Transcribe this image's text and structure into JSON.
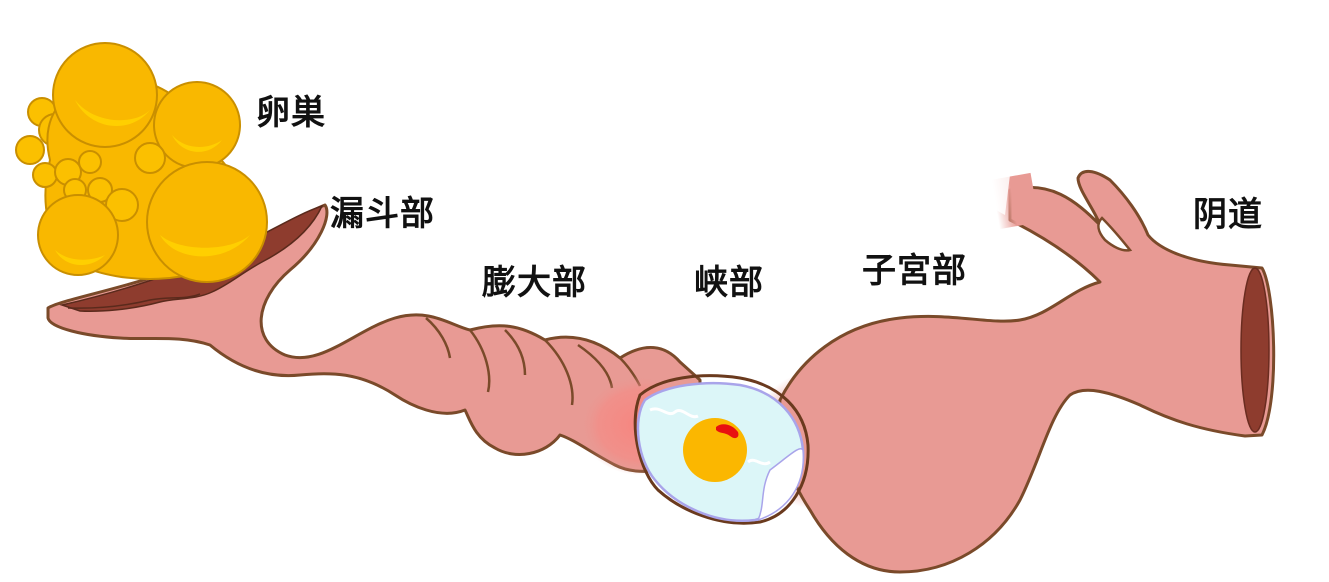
{
  "diagram": {
    "subject": "hen oviduct",
    "labels": {
      "ovary": "卵巣",
      "infundibulum": "漏斗部",
      "magnum": "膨大部",
      "isthmus": "峡部",
      "uterus": "子宮部",
      "vagina": "阴道"
    },
    "colors": {
      "duct_fill": "#e89a94",
      "duct_outline": "#7a4a2a",
      "duct_glow": "#f59089",
      "infundibulum_inner": "#8e3c2e",
      "ovary_yolk": "#f9b800",
      "ovary_highlight": "#ffcf00",
      "ovary_outline": "#d49a00",
      "egg_white": "#dcf6f8",
      "egg_membrane": "#a9a4ea",
      "egg_yolk": "#fbb700",
      "egg_germinal_disc": "#e81010",
      "vagina_opening": "#8e3c2e"
    }
  }
}
